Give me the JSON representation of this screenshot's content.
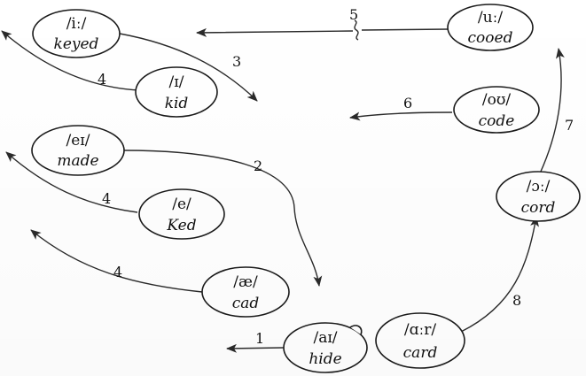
{
  "nodes": [
    {
      "id": "i",
      "ipa": "/iː/",
      "word": "keyed"
    },
    {
      "id": "u",
      "ipa": "/uː/",
      "word": "cooed"
    },
    {
      "id": "I",
      "ipa": "/ɪ/",
      "word": "kid"
    },
    {
      "id": "ou",
      "ipa": "/oʊ/",
      "word": "code"
    },
    {
      "id": "ei",
      "ipa": "/eɪ/",
      "word": "made"
    },
    {
      "id": "e",
      "ipa": "/e/",
      "word": "Ked"
    },
    {
      "id": "oo",
      "ipa": "/ɔː/",
      "word": "cord"
    },
    {
      "id": "ae",
      "ipa": "/æ/",
      "word": "cad"
    },
    {
      "id": "ai",
      "ipa": "/aɪ/",
      "word": "hide"
    },
    {
      "id": "ar",
      "ipa": "/ɑːr/",
      "word": "card"
    }
  ],
  "steps": [
    {
      "id": "s1",
      "label": "1"
    },
    {
      "id": "s2",
      "label": "2"
    },
    {
      "id": "s3",
      "label": "3"
    },
    {
      "id": "s4a",
      "label": "4"
    },
    {
      "id": "s4b",
      "label": "4"
    },
    {
      "id": "s4c",
      "label": "4"
    },
    {
      "id": "s5",
      "label": "5"
    },
    {
      "id": "s6",
      "label": "6"
    },
    {
      "id": "s7",
      "label": "7"
    },
    {
      "id": "s8",
      "label": "8"
    }
  ]
}
